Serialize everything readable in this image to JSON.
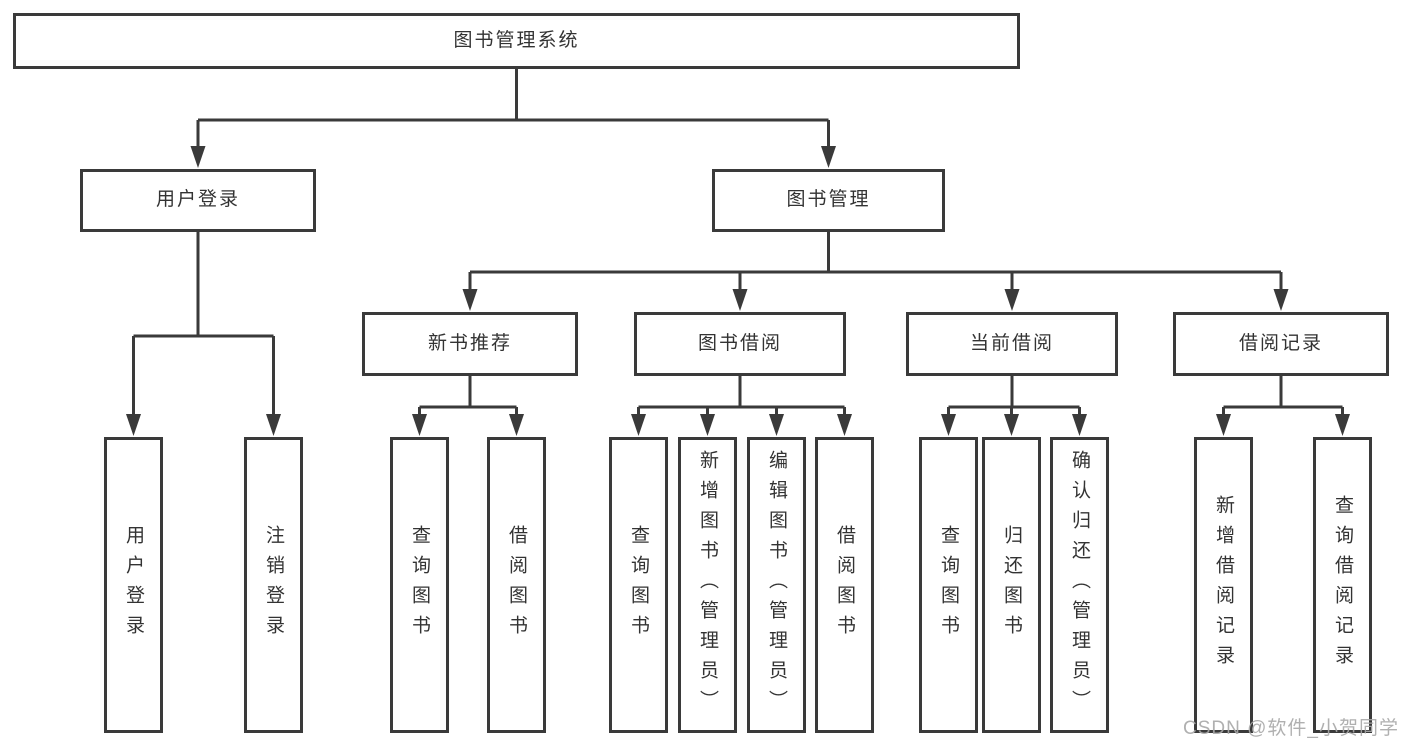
{
  "diagram": {
    "root": {
      "label": "图书管理系统"
    },
    "branches": {
      "user_login": {
        "label": "用户登录",
        "children": [
          {
            "label": "用户登录"
          },
          {
            "label": "注销登录"
          }
        ]
      },
      "book_mgmt": {
        "label": "图书管理",
        "groups": [
          {
            "label": "新书推荐",
            "children": [
              {
                "label": "查询图书"
              },
              {
                "label": "借阅图书"
              }
            ]
          },
          {
            "label": "图书借阅",
            "children": [
              {
                "label": "查询图书"
              },
              {
                "label": "新增图书（管理员）"
              },
              {
                "label": "编辑图书（管理员）"
              },
              {
                "label": "借阅图书"
              }
            ]
          },
          {
            "label": "当前借阅",
            "children": [
              {
                "label": "查询图书"
              },
              {
                "label": "归还图书"
              },
              {
                "label": "确认归还（管理员）"
              }
            ]
          },
          {
            "label": "借阅记录",
            "children": [
              {
                "label": "新增借阅记录"
              },
              {
                "label": "查询借阅记录"
              }
            ]
          }
        ]
      }
    },
    "watermark": "CSDN @软件_小贺同学",
    "colors": {
      "line": "#3a3a3a",
      "text": "#333333",
      "watermark": "#a8a8a8",
      "background": "#ffffff"
    }
  }
}
